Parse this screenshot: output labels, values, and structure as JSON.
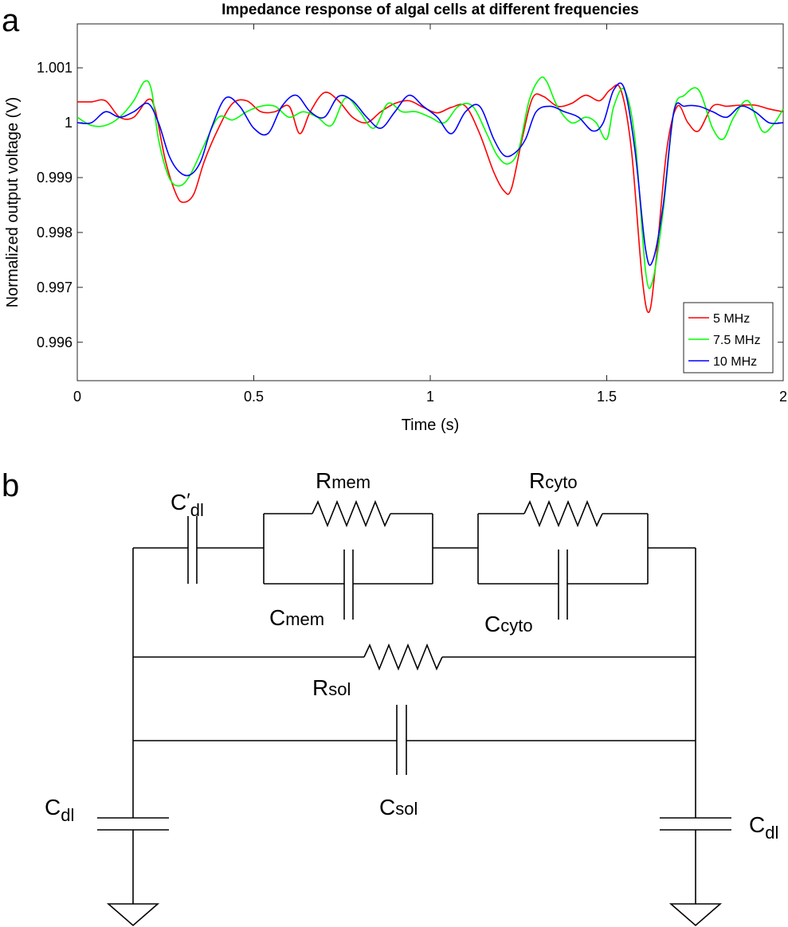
{
  "panel_a": {
    "label": "a"
  },
  "panel_b": {
    "label": "b"
  },
  "chart_data": {
    "type": "line",
    "title": "Impedance response of algal cells at different frequencies",
    "xlabel": "Time (s)",
    "ylabel": "Normalized output voltage (V)",
    "xlim": [
      0,
      2
    ],
    "ylim": [
      0.9953,
      1.0018
    ],
    "xticks": [
      0,
      0.5,
      1,
      1.5,
      2
    ],
    "xtick_labels": [
      "0",
      "0.5",
      "1",
      "1.5",
      "2"
    ],
    "yticks": [
      0.996,
      0.997,
      0.998,
      0.999,
      1,
      1.001
    ],
    "ytick_labels": [
      "0.996",
      "0.997",
      "0.998",
      "0.999",
      "1",
      "1.001"
    ],
    "grid": false,
    "legend_position": "bottom-right",
    "series": [
      {
        "name": "5 MHz",
        "color": "#ff0000",
        "x": [
          0,
          0.04,
          0.08,
          0.12,
          0.16,
          0.2,
          0.22,
          0.25,
          0.28,
          0.3,
          0.33,
          0.36,
          0.4,
          0.44,
          0.48,
          0.52,
          0.56,
          0.6,
          0.63,
          0.66,
          0.7,
          0.74,
          0.78,
          0.82,
          0.86,
          0.9,
          0.94,
          0.98,
          1.02,
          1.06,
          1.1,
          1.14,
          1.18,
          1.21,
          1.23,
          1.26,
          1.29,
          1.32,
          1.36,
          1.4,
          1.44,
          1.48,
          1.51,
          1.54,
          1.57,
          1.6,
          1.62,
          1.64,
          1.67,
          1.7,
          1.73,
          1.76,
          1.8,
          1.84,
          1.88,
          1.92,
          1.96,
          2.0
        ],
        "y": [
          1.00038,
          1.00038,
          1.0004,
          1.0001,
          1.0001,
          1.00042,
          1.00025,
          0.9993,
          0.9987,
          0.99855,
          0.9987,
          0.9993,
          0.9999,
          1.00035,
          1.0004,
          1.0002,
          1.0002,
          1.0003,
          0.9998,
          1.0002,
          1.00055,
          1.0004,
          1.0001,
          1.0,
          1.0002,
          1.00035,
          1.0004,
          1.00028,
          1.00018,
          1.00028,
          1.0003,
          0.9998,
          0.9991,
          0.99875,
          0.9988,
          0.9997,
          1.00045,
          1.00048,
          1.0003,
          1.00035,
          1.0005,
          1.0004,
          1.0006,
          1.0006,
          0.9995,
          0.9972,
          0.99655,
          0.9975,
          0.9995,
          1.0003,
          1.0,
          0.99985,
          1.0003,
          1.0003,
          1.00032,
          1.00032,
          1.00025,
          1.0002
        ]
      },
      {
        "name": "7.5 MHz",
        "color": "#00ff00",
        "x": [
          0,
          0.04,
          0.08,
          0.12,
          0.16,
          0.19,
          0.21,
          0.23,
          0.26,
          0.29,
          0.32,
          0.36,
          0.4,
          0.44,
          0.48,
          0.52,
          0.56,
          0.6,
          0.64,
          0.68,
          0.72,
          0.76,
          0.8,
          0.84,
          0.88,
          0.92,
          0.96,
          1.0,
          1.04,
          1.08,
          1.12,
          1.16,
          1.19,
          1.22,
          1.25,
          1.28,
          1.31,
          1.33,
          1.36,
          1.4,
          1.44,
          1.47,
          1.5,
          1.52,
          1.55,
          1.58,
          1.61,
          1.63,
          1.66,
          1.69,
          1.72,
          1.76,
          1.8,
          1.83,
          1.86,
          1.9,
          1.94,
          1.97,
          2.0
        ],
        "y": [
          1.0001,
          0.99995,
          0.99995,
          1.0001,
          1.0004,
          1.00075,
          1.0006,
          0.9997,
          0.999,
          0.99885,
          0.99905,
          0.9996,
          1.0001,
          1.00005,
          1.0002,
          1.0003,
          1.0003,
          1.0001,
          1.0002,
          1.0001,
          0.99995,
          1.00045,
          1.0002,
          0.9999,
          1.00035,
          1.0002,
          1.0002,
          1.0001,
          1.0,
          1.0003,
          1.0003,
          0.9998,
          0.9994,
          0.99925,
          0.9995,
          1.0004,
          1.0008,
          1.00075,
          1.0003,
          1.0,
          1.0001,
          1.0,
          0.9997,
          1.0003,
          1.0006,
          0.9997,
          0.9973,
          0.99712,
          0.9984,
          1.0002,
          1.0005,
          1.0006,
          0.9999,
          0.9997,
          1.0001,
          1.0004,
          0.99985,
          0.99995,
          1.00025
        ]
      },
      {
        "name": "10 MHz",
        "color": "#0000ff",
        "x": [
          0,
          0.04,
          0.08,
          0.12,
          0.16,
          0.2,
          0.23,
          0.26,
          0.29,
          0.32,
          0.35,
          0.38,
          0.42,
          0.46,
          0.5,
          0.54,
          0.58,
          0.62,
          0.66,
          0.7,
          0.74,
          0.78,
          0.82,
          0.86,
          0.9,
          0.94,
          0.98,
          1.02,
          1.06,
          1.1,
          1.14,
          1.18,
          1.21,
          1.24,
          1.27,
          1.3,
          1.34,
          1.38,
          1.42,
          1.46,
          1.49,
          1.52,
          1.55,
          1.58,
          1.61,
          1.63,
          1.66,
          1.69,
          1.72,
          1.76,
          1.8,
          1.84,
          1.88,
          1.92,
          1.96,
          2.0
        ],
        "y": [
          1.0,
          1.0,
          1.0002,
          1.0001,
          1.0002,
          1.00035,
          1.0,
          0.9994,
          0.9991,
          0.99905,
          0.9993,
          0.9999,
          1.00045,
          1.0003,
          0.9999,
          0.9998,
          1.0003,
          1.0005,
          1.0002,
          1.0001,
          1.00048,
          1.0004,
          1.0001,
          0.9999,
          1.0002,
          1.0005,
          1.0003,
          1.0001,
          0.9998,
          1.0002,
          1.0003,
          0.9997,
          0.9994,
          0.99945,
          0.9997,
          1.0002,
          1.0003,
          1.0002,
          1.0001,
          0.99985,
          1.0,
          1.0006,
          1.00062,
          0.9995,
          0.9977,
          0.99748,
          0.9985,
          1.0002,
          1.0003,
          1.0003,
          1.0002,
          1.0001,
          1.0003,
          1.0002,
          1.0,
          1.0
        ]
      }
    ]
  },
  "circuit": {
    "labels": {
      "cdl_prime_main": "C",
      "cdl_prime_mark": "′",
      "cdl_prime_sub": "dl",
      "rmem_main": "R",
      "rmem_sub": "mem",
      "cmem_main": "C",
      "cmem_sub": "mem",
      "rcyto_main": "R",
      "rcyto_sub": "cyto",
      "ccyto_main": "C",
      "ccyto_sub": "cyto",
      "rsol_main": "R",
      "rsol_sub": "sol",
      "csol_main": "C",
      "csol_sub": "sol",
      "cdl_left_main": "C",
      "cdl_left_sub": "dl",
      "cdl_right_main": "C",
      "cdl_right_sub": "dl"
    }
  }
}
